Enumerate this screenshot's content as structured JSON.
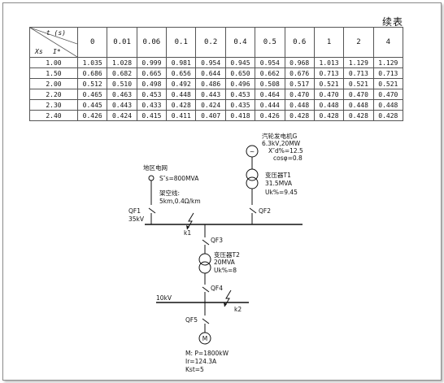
{
  "continued": "续表",
  "table": {
    "corner_top": "t (s)",
    "corner_left": "Xs",
    "corner_right": "I*",
    "columns": [
      "0",
      "0.01",
      "0.06",
      "0.1",
      "0.2",
      "0.4",
      "0.5",
      "0.6",
      "1",
      "2",
      "4"
    ],
    "rows": [
      {
        "x": "1.00",
        "values": [
          "1.035",
          "1.028",
          "0.999",
          "0.981",
          "0.954",
          "0.945",
          "0.954",
          "0.968",
          "1.013",
          "1.129",
          "1.129"
        ]
      },
      {
        "x": "1.50",
        "values": [
          "0.686",
          "0.682",
          "0.665",
          "0.656",
          "0.644",
          "0.650",
          "0.662",
          "0.676",
          "0.713",
          "0.713",
          "0.713"
        ]
      },
      {
        "x": "2.00",
        "values": [
          "0.512",
          "0.510",
          "0.498",
          "0.492",
          "0.486",
          "0.496",
          "0.508",
          "0.517",
          "0.521",
          "0.521",
          "0.521"
        ]
      },
      {
        "x": "2.20",
        "values": [
          "0.465",
          "0.463",
          "0.453",
          "0.448",
          "0.443",
          "0.453",
          "0.464",
          "0.470",
          "0.470",
          "0.470",
          "0.470"
        ]
      },
      {
        "x": "2.30",
        "values": [
          "0.445",
          "0.443",
          "0.433",
          "0.428",
          "0.424",
          "0.435",
          "0.444",
          "0.448",
          "0.448",
          "0.448",
          "0.448"
        ]
      },
      {
        "x": "2.40",
        "values": [
          "0.426",
          "0.424",
          "0.415",
          "0.411",
          "0.407",
          "0.418",
          "0.426",
          "0.428",
          "0.428",
          "0.428",
          "0.428"
        ]
      }
    ]
  },
  "diagram": {
    "grid_title": "地区电网",
    "grid_capacity": "S″s=800MVA",
    "line_title": "架空线:",
    "line_params": "5km,0.4Ω/km",
    "qf1": "QF1",
    "voltage_35": "35kV",
    "gen_title": "汽轮发电机G",
    "gen_rating": "6.3kV,20MW",
    "gen_reactance": "X″d%=12.5",
    "gen_pf": "cosφ=0.8",
    "t1_title": "变压器T1",
    "t1_rating": "31.5MVA",
    "t1_uk": "Uk%=9.45",
    "qf2": "QF2",
    "k1": "k1",
    "qf3": "QF3",
    "t2_title": "变压器T2",
    "t2_rating": "20MVA",
    "t2_uk": "Uk%=8",
    "qf4": "QF4",
    "voltage_10": "10kV",
    "k2": "k2",
    "qf5": "QF5",
    "motor_symbol": "M",
    "motor_power": "M: P=1800kW",
    "motor_current": "Ir=124.3A",
    "motor_k": "Kst=5"
  }
}
